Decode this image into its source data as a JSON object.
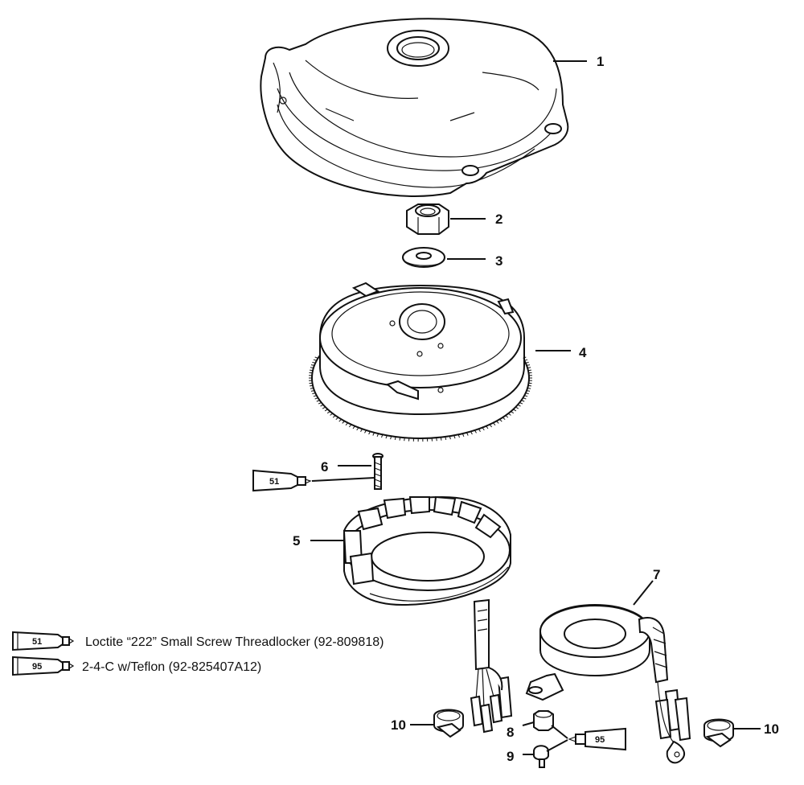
{
  "callouts": {
    "p1": "1",
    "p2": "2",
    "p3": "3",
    "p4": "4",
    "p5": "5",
    "p6": "6",
    "p7": "7",
    "p8": "8",
    "p9": "9",
    "p10_left": "10",
    "p10_right": "10"
  },
  "tubes": {
    "part6_tube": "51",
    "part8_tube": "95"
  },
  "legend": [
    {
      "code": "51",
      "text": "Loctite “222” Small Screw Threadlocker  (92-809818)"
    },
    {
      "code": "95",
      "text": "2-4-C w/Teflon (92-825407A12)"
    }
  ]
}
